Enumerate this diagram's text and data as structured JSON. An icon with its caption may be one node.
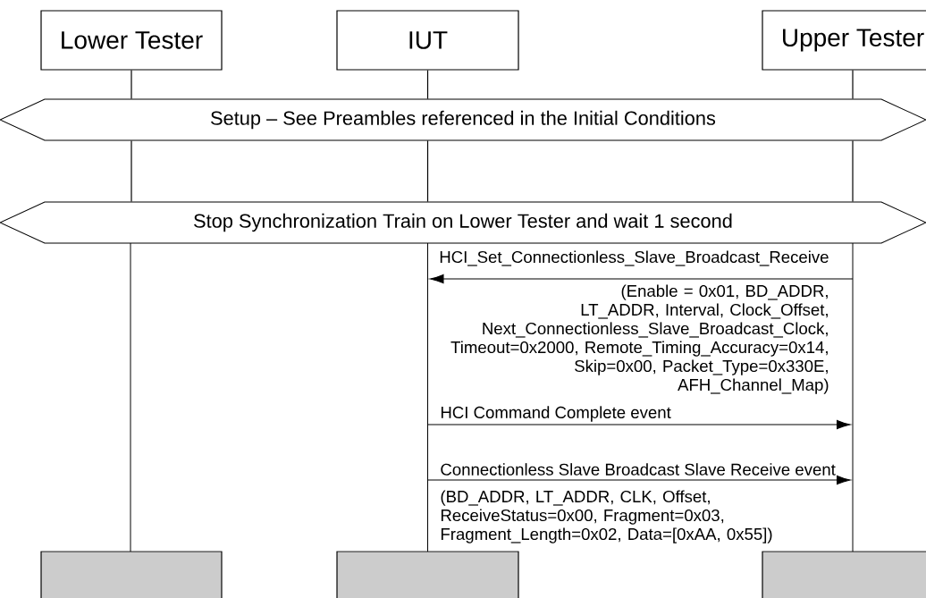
{
  "diagram": {
    "nodes": [
      {
        "text": [
          "Lower Tester"
        ]
      },
      {
        "text": [
          "IUT"
        ]
      },
      {
        "text": [
          "Upper Tester"
        ]
      },
      {
        "text": [
          "Setup – See Preambles referenced in the Initial Conditions"
        ]
      },
      {
        "text": [
          "Stop Synchronization Train on Lower Tester and wait 1 second"
        ]
      },
      {
        "text": [],
        "shape": "box"
      },
      {
        "text": [],
        "shape": "box"
      },
      {
        "text": [],
        "shape": "box"
      },
      {
        "text": [],
        "shape": "bar"
      },
      {
        "text": [],
        "shape": "bar"
      },
      {
        "text": [],
        "shape": "bar"
      }
    ],
    "edges": [
      {
        "from": 0,
        "to": 3,
        "arrow": "none"
      },
      {
        "from": 3,
        "to": 4,
        "arrow": "none"
      },
      {
        "from": 1,
        "to": 3,
        "arrow": "none"
      },
      {
        "from": 3,
        "to": 4,
        "arrow": "none"
      },
      {
        "from": 2,
        "to": 3,
        "arrow": "none"
      },
      {
        "from": 3,
        "to": 4,
        "arrow": "none"
      },
      {
        "from": 10,
        "to": 9,
        "arrow": "to",
        "label": "HCI_Set_Connectionless_Slave_Broadcast_Receive"
      },
      {
        "from": 9,
        "to": 10,
        "arrow": "to",
        "label": "HCI Command Complete event"
      },
      {
        "from": 9,
        "to": 10,
        "arrow": "to",
        "label": "Connectionless Slave Broadcast Slave Receive event"
      }
    ],
    "labels": [
      "(Enable = 0x01, BD_ADDR, LT_ADDR, Interval, Clock_Offset, Next_Connectionless_Slave_Broadcast_Clock, Timeout=0x2000, Remote_Timing_Accuracy=0x14, Skip=0x00, Packet_Type=0x330E, AFH_Channel_Map)",
      "(BD_ADDR, LT_ADDR, CLK, Offset, ReceiveStatus=0x00, Fragment=0x03, Fragment_Length=0x02, Data=[0xAA, 0x55])"
    ]
  }
}
